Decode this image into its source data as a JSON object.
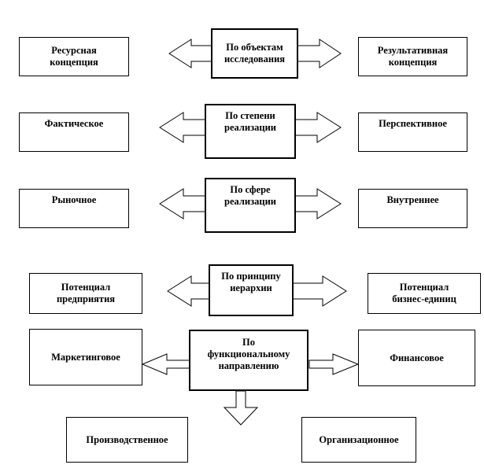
{
  "rows": [
    {
      "center": "По объектам\nисследования",
      "left": "Ресурсная\nконцепция",
      "right": "Результативная\nконцепция"
    },
    {
      "center": "По степени\nреализации",
      "left": "Фактическое",
      "right": "Перспективное"
    },
    {
      "center": "По сфере\nреализации",
      "left": "Рыночное",
      "right": "Внутреннее"
    },
    {
      "center": "По принципу\nиерархии",
      "left": "Потенциал\nпредприятия",
      "right": "Потенциал\nбизнес-единиц"
    }
  ],
  "functional": {
    "center": "По\nфункциональному\nнаправлению",
    "left": "Маркетинговое",
    "right": "Финансовое",
    "bottom_left": "Производственное",
    "bottom_right": "Организационное"
  }
}
